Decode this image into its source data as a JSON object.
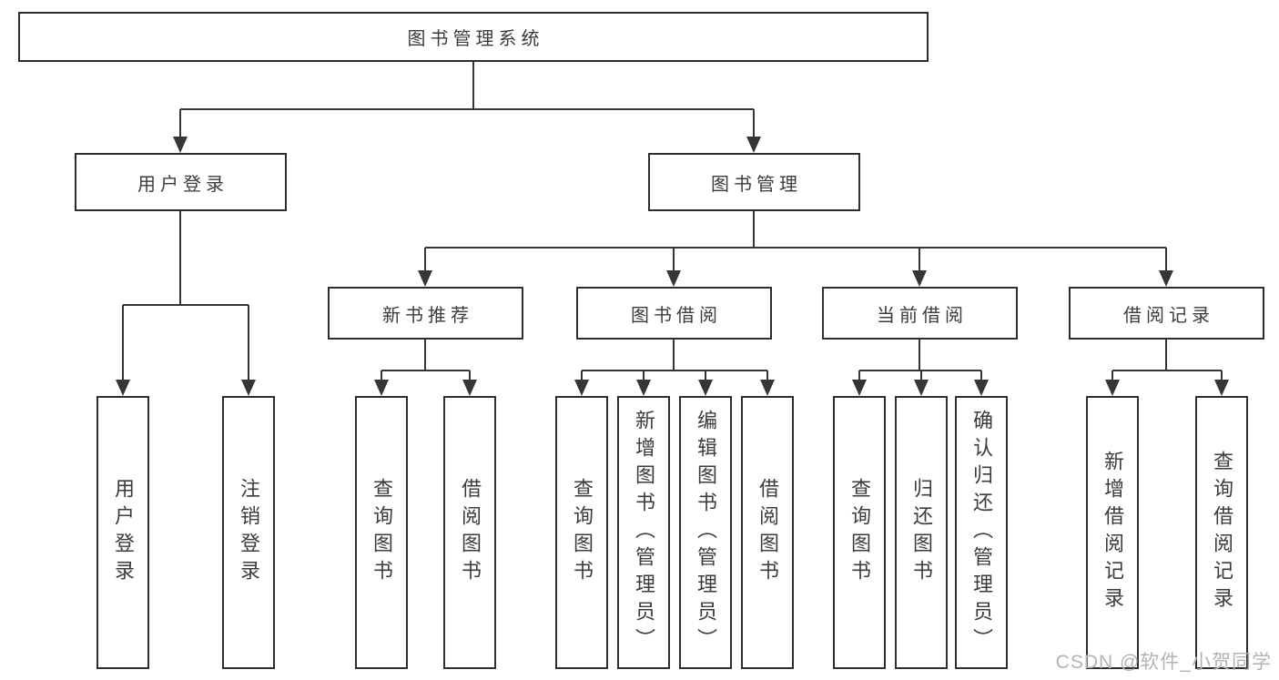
{
  "colors": {
    "background": "#ffffff",
    "box_border": "#2d2d2d",
    "line": "#363636",
    "text": "#3c3c3c",
    "watermark": "#b3b3b3"
  },
  "watermark": {
    "text": "CSDN @软件_小贺同学"
  },
  "tree": {
    "root": {
      "label": "图书管理系统"
    },
    "branches": [
      {
        "label": "用户登录",
        "children": [
          {
            "label": "用户登录"
          },
          {
            "label": "注销登录"
          }
        ]
      },
      {
        "label": "图书管理",
        "children": [
          {
            "label": "新书推荐",
            "children": [
              {
                "label": "查询图书"
              },
              {
                "label": "借阅图书"
              }
            ]
          },
          {
            "label": "图书借阅",
            "children": [
              {
                "label": "查询图书"
              },
              {
                "label": "新增图书（管理员）"
              },
              {
                "label": "编辑图书（管理员）"
              },
              {
                "label": "借阅图书"
              }
            ]
          },
          {
            "label": "当前借阅",
            "children": [
              {
                "label": "查询图书"
              },
              {
                "label": "归还图书"
              },
              {
                "label": "确认归还（管理员）"
              }
            ]
          },
          {
            "label": "借阅记录",
            "children": [
              {
                "label": "新增借阅记录"
              },
              {
                "label": "查询借阅记录"
              }
            ]
          }
        ]
      }
    ]
  }
}
